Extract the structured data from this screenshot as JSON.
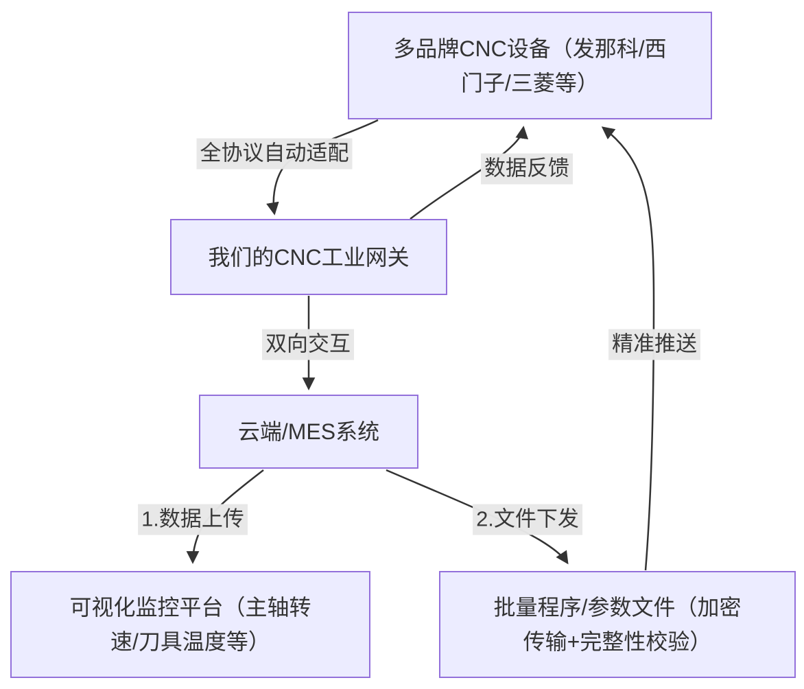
{
  "colors": {
    "canvas_bg": "#ffffff",
    "node_fill": "#ECECFF",
    "node_border": "#9370DB",
    "node_text": "#333333",
    "edge_color": "#333333",
    "edge_label_bg": "#e8e8e8",
    "edge_label_text": "#333333"
  },
  "nodes": {
    "cnc_devices": {
      "label": "多品牌CNC设备（发那科/西\n门子/三菱等）"
    },
    "gateway": {
      "label": "我们的CNC工业网关"
    },
    "cloud_mes": {
      "label": "云端/MES系统"
    },
    "monitor_platform": {
      "label": "可视化监控平台（主轴转\n速/刀具温度等）"
    },
    "batch_files": {
      "label": "批量程序/参数文件（加密\n传输+完整性校验）"
    }
  },
  "edges": {
    "auto_adapt": {
      "label": "全协议自动适配",
      "from": "cnc_devices",
      "to": "gateway"
    },
    "data_feedback": {
      "label": "数据反馈",
      "from": "gateway",
      "to": "cnc_devices"
    },
    "bidirectional": {
      "label": "双向交互",
      "from": "gateway",
      "to": "cloud_mes"
    },
    "data_upload": {
      "label": "1.数据上传",
      "from": "cloud_mes",
      "to": "monitor_platform"
    },
    "file_download": {
      "label": "2.文件下发",
      "from": "cloud_mes",
      "to": "batch_files"
    },
    "precise_push": {
      "label": "精准推送",
      "from": "batch_files",
      "to": "cnc_devices"
    }
  }
}
